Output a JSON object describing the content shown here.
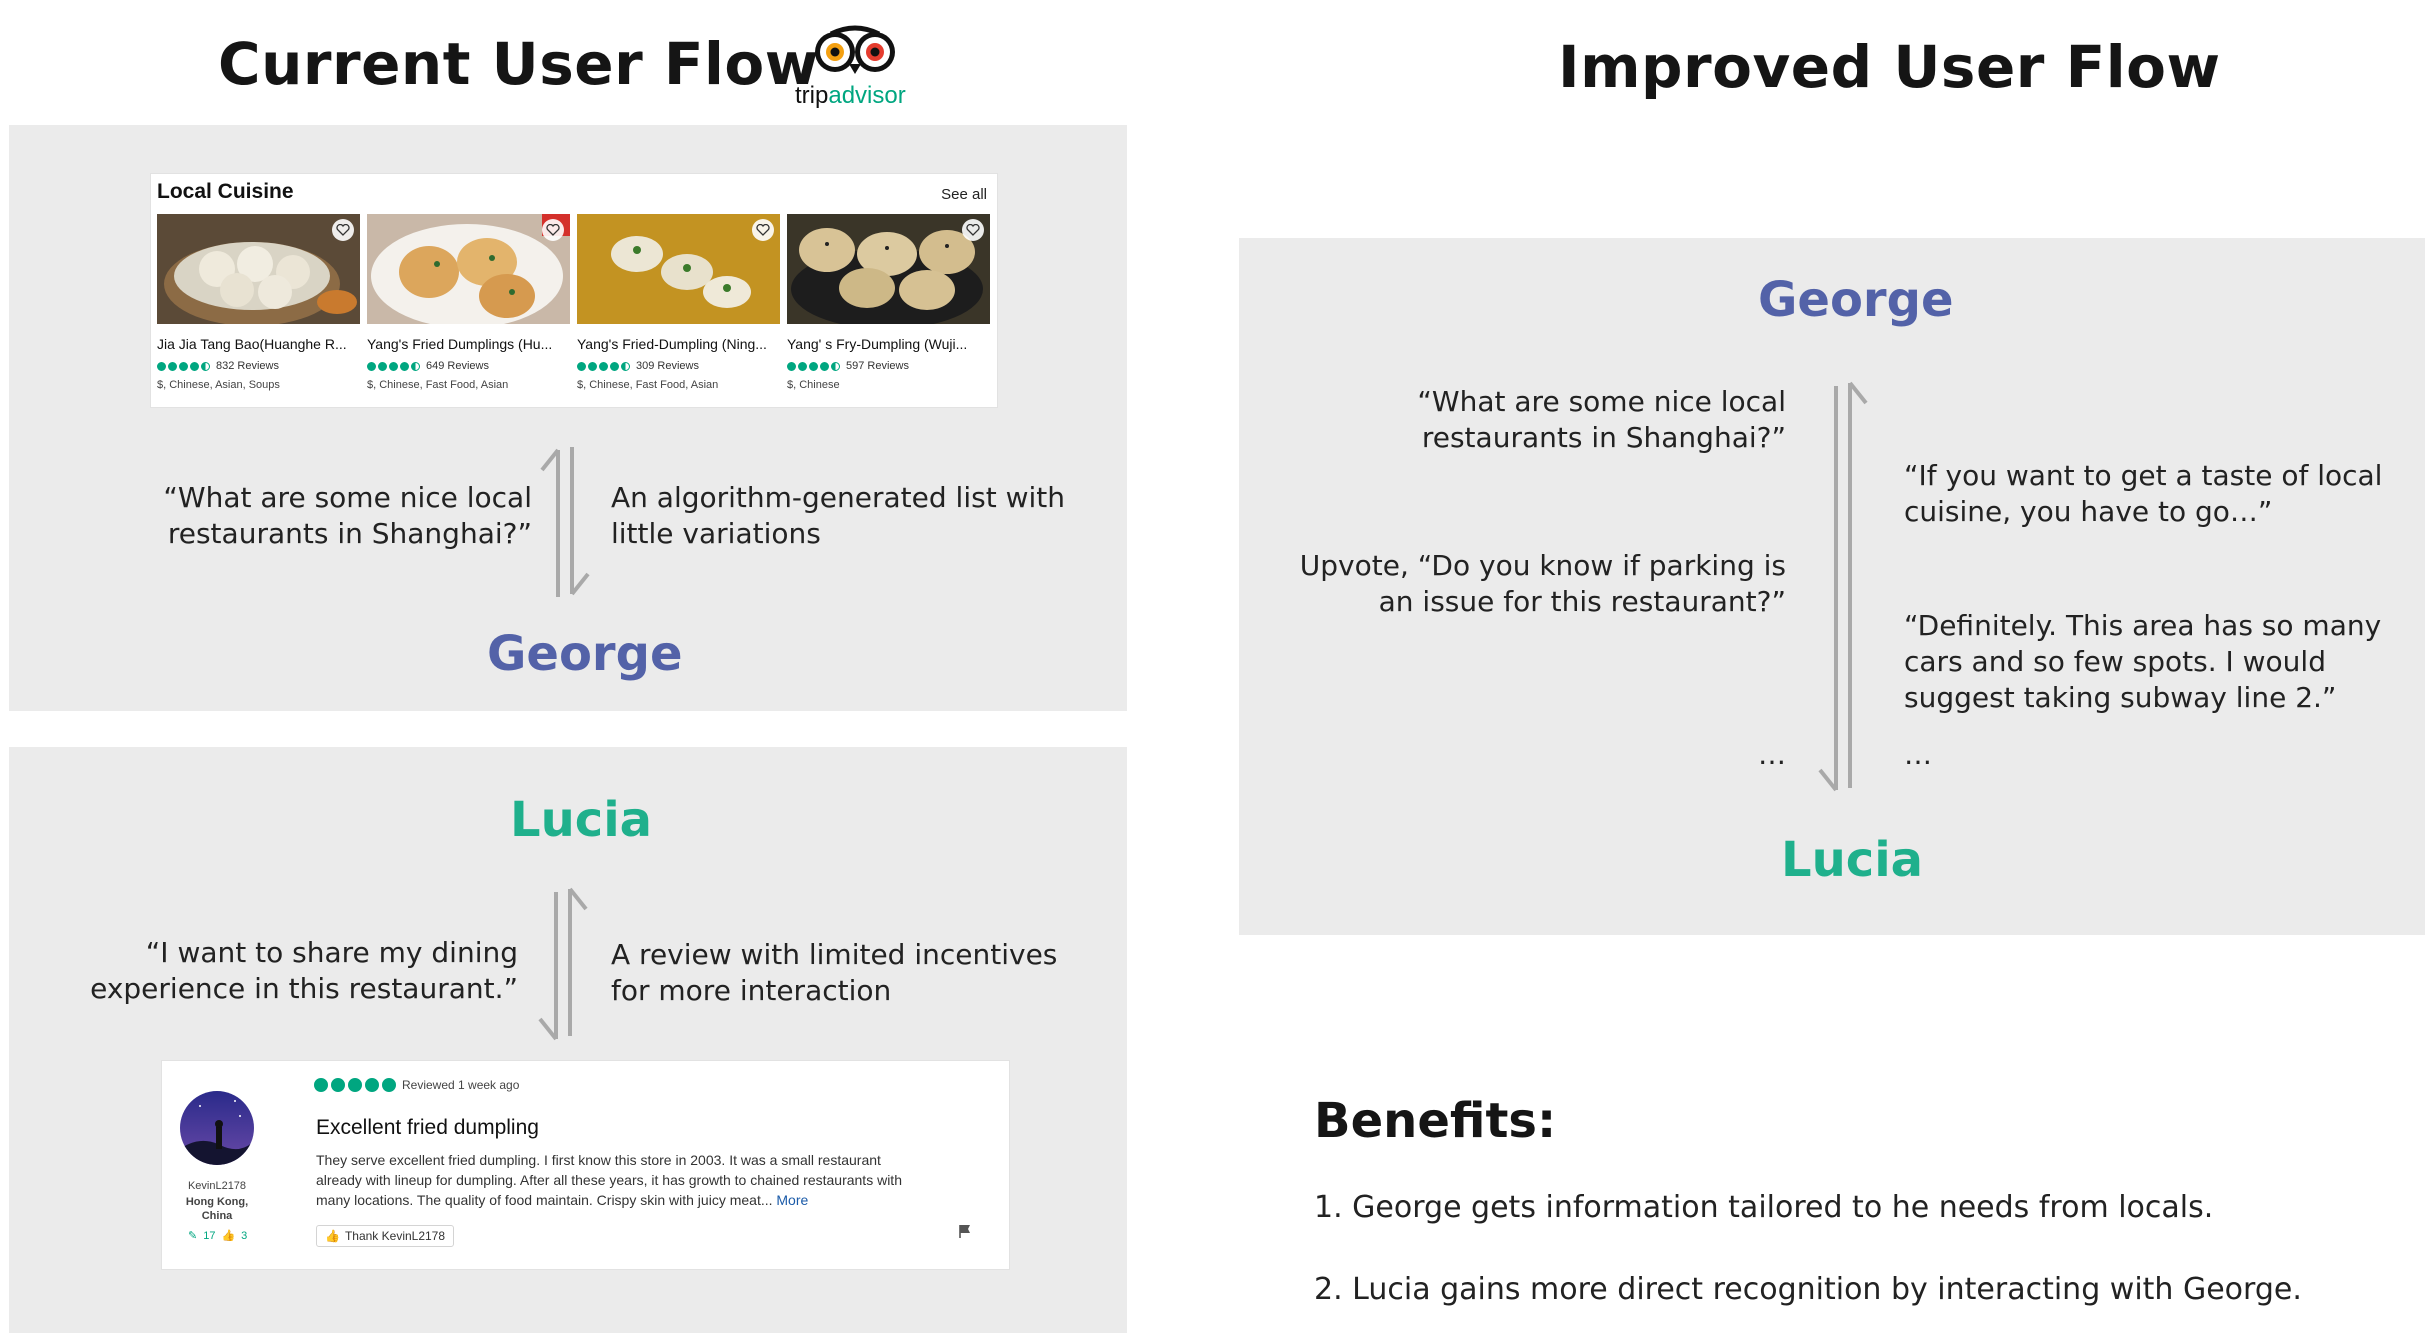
{
  "left": {
    "heading": "Current User Flow",
    "logo_text_trip": "trip",
    "logo_text_advisor": "advisor",
    "cuisine_card": {
      "title": "Local Cuisine",
      "see_all": "See all",
      "restaurants": [
        {
          "name": "Jia Jia Tang Bao(Huanghe R...",
          "reviews": "832 Reviews",
          "tags": "$, Chinese, Asian, Soups",
          "rating": 4.5
        },
        {
          "name": "Yang's Fried Dumplings (Hu...",
          "reviews": "649 Reviews",
          "tags": "$, Chinese, Fast Food, Asian",
          "rating": 4.5
        },
        {
          "name": "Yang's Fried-Dumpling (Ning...",
          "reviews": "309 Reviews",
          "tags": "$, Chinese, Fast Food, Asian",
          "rating": 4.5
        },
        {
          "name": "Yang' s Fry-Dumpling  (Wuji...",
          "reviews": "597 Reviews",
          "tags": "$, Chinese",
          "rating": 4.5
        }
      ]
    },
    "george_flow": {
      "question": "“What are some nice local restaurants in Shanghai?”",
      "answer": "An algorithm-generated list with little variations",
      "persona": "George"
    },
    "lucia_flow": {
      "persona": "Lucia",
      "statement": "“I want to share my dining experience in this restaurant.”",
      "result": "A review with limited incentives for more interaction"
    },
    "review_card": {
      "reviewed": "Reviewed 1 week ago",
      "title": "Excellent fried dumpling",
      "body": "They serve excellent fried dumpling. I first know this store in 2003. It was a small restaurant already with lineup for dumpling. After all these years, it has growth to chained restaurants with many locations. The quality of food maintain. Crispy skin with juicy meat...",
      "more": "More",
      "username": "KevinL2178",
      "location_line1": "Hong Kong,",
      "location_line2": "China",
      "contributions": "17",
      "helpful": "3",
      "thank_label": "Thank KevinL2178",
      "rating": 5
    }
  },
  "right": {
    "heading": "Improved User Flow",
    "top_persona": "George",
    "bottom_persona": "Lucia",
    "george_lines": [
      "“What are some nice local restaurants in Shanghai?”",
      "Upvote, “Do you know if parking is an issue for this restaurant?”",
      "…"
    ],
    "lucia_lines": [
      "“If you want to get a taste of local cuisine, you have to go…”",
      "“Definitely. This area has so many cars and so few spots. I would suggest taking subway line 2.”",
      "…"
    ],
    "benefits": {
      "title": "Benefits:",
      "items": [
        "1. George gets information tailored to he needs from locals.",
        "2. Lucia gains more direct recognition by interacting with George."
      ]
    }
  },
  "colors": {
    "george": "#5362a8",
    "lucia": "#1fb08c",
    "panel": "#ebebeb",
    "tripadvisor_green": "#00a680"
  }
}
